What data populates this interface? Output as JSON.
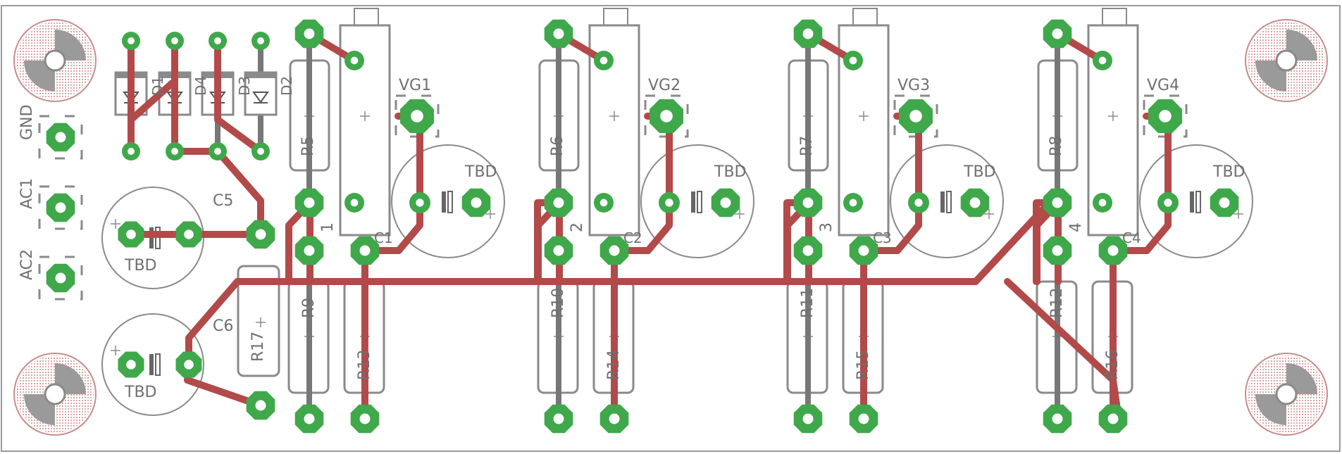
{
  "colors": {
    "background": "#ffffff",
    "outline": "#9a9a9a",
    "trace": "#b24a4a",
    "pad": "#3fa84a",
    "pad_dark": "#2f8f3a",
    "silk": "#8a8a8a",
    "label": "#6f6f6f",
    "hole_ring": "#c98b8b"
  },
  "connector_labels": {
    "gnd": "GND",
    "ac1": "AC1",
    "ac2": "AC2"
  },
  "diodes": {
    "d1": "D1",
    "d4": "D4",
    "d3": "D3",
    "d2": "D2"
  },
  "bridge_caps": {
    "c5": "C5",
    "c6": "C6",
    "c5_value": "TBD",
    "c6_value": "TBD"
  },
  "r17": "R17",
  "channels": [
    {
      "r_top": "R5",
      "reg": "1",
      "vg": "VG1",
      "cap_value": "TBD",
      "c": "C1",
      "r_mid": "R9",
      "r_low": "R13"
    },
    {
      "r_top": "R6",
      "reg": "2",
      "vg": "VG2",
      "cap_value": "TBD",
      "c": "C2",
      "r_mid": "R10",
      "r_low": "R14"
    },
    {
      "r_top": "R7",
      "reg": "3",
      "vg": "VG3",
      "cap_value": "TBD",
      "c": "C3",
      "r_mid": "R11",
      "r_low": "R15"
    },
    {
      "r_top": "R8",
      "reg": "4",
      "vg": "VG4",
      "cap_value": "TBD",
      "c": "C4",
      "r_mid": "R12",
      "r_low": "R16"
    }
  ],
  "plus_sign": "+"
}
